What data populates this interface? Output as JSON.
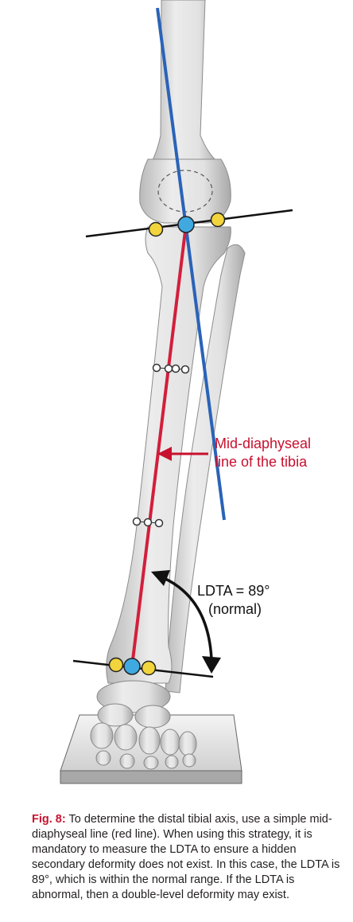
{
  "annotations": {
    "red_label_line1": "Mid-diaphyseal",
    "red_label_line2": "line of the tibia",
    "angle_label_line1": "LDTA = 89°",
    "angle_label_line2": "(normal)"
  },
  "caption": {
    "label": "Fig. 8:",
    "text": " To determine the distal tibial axis, use a simple mid-diaphyseal line (red line). When using this strategy, it is mandatory to measure the LDTA to ensure a hidden secondary deformity does not exist. In this case, the LDTA is 89°, which is within the normal range. If the LDTA is abnormal, then a double-level deformity may exist."
  },
  "colors": {
    "mid_diaphyseal_line": "#d21f3c",
    "femoral_axis_line": "#2a63b8",
    "joint_line": "#111111",
    "center_point": "#3fa9e0",
    "edge_point": "#f2d43c",
    "bone": "#dcdcdc",
    "label_red": "#c8102e"
  }
}
